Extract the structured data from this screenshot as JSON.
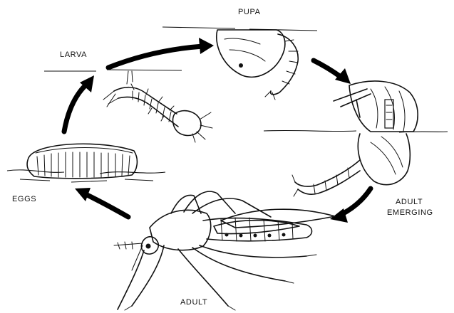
{
  "stages": {
    "pupa": "PUPA",
    "larva": "LARVA",
    "eggs": "EGGS",
    "adult_emerging_line1": "ADULT",
    "adult_emerging_line2": "EMERGING",
    "adult": "ADULT"
  },
  "colors": {
    "ink": "#111111",
    "background": "#ffffff"
  }
}
